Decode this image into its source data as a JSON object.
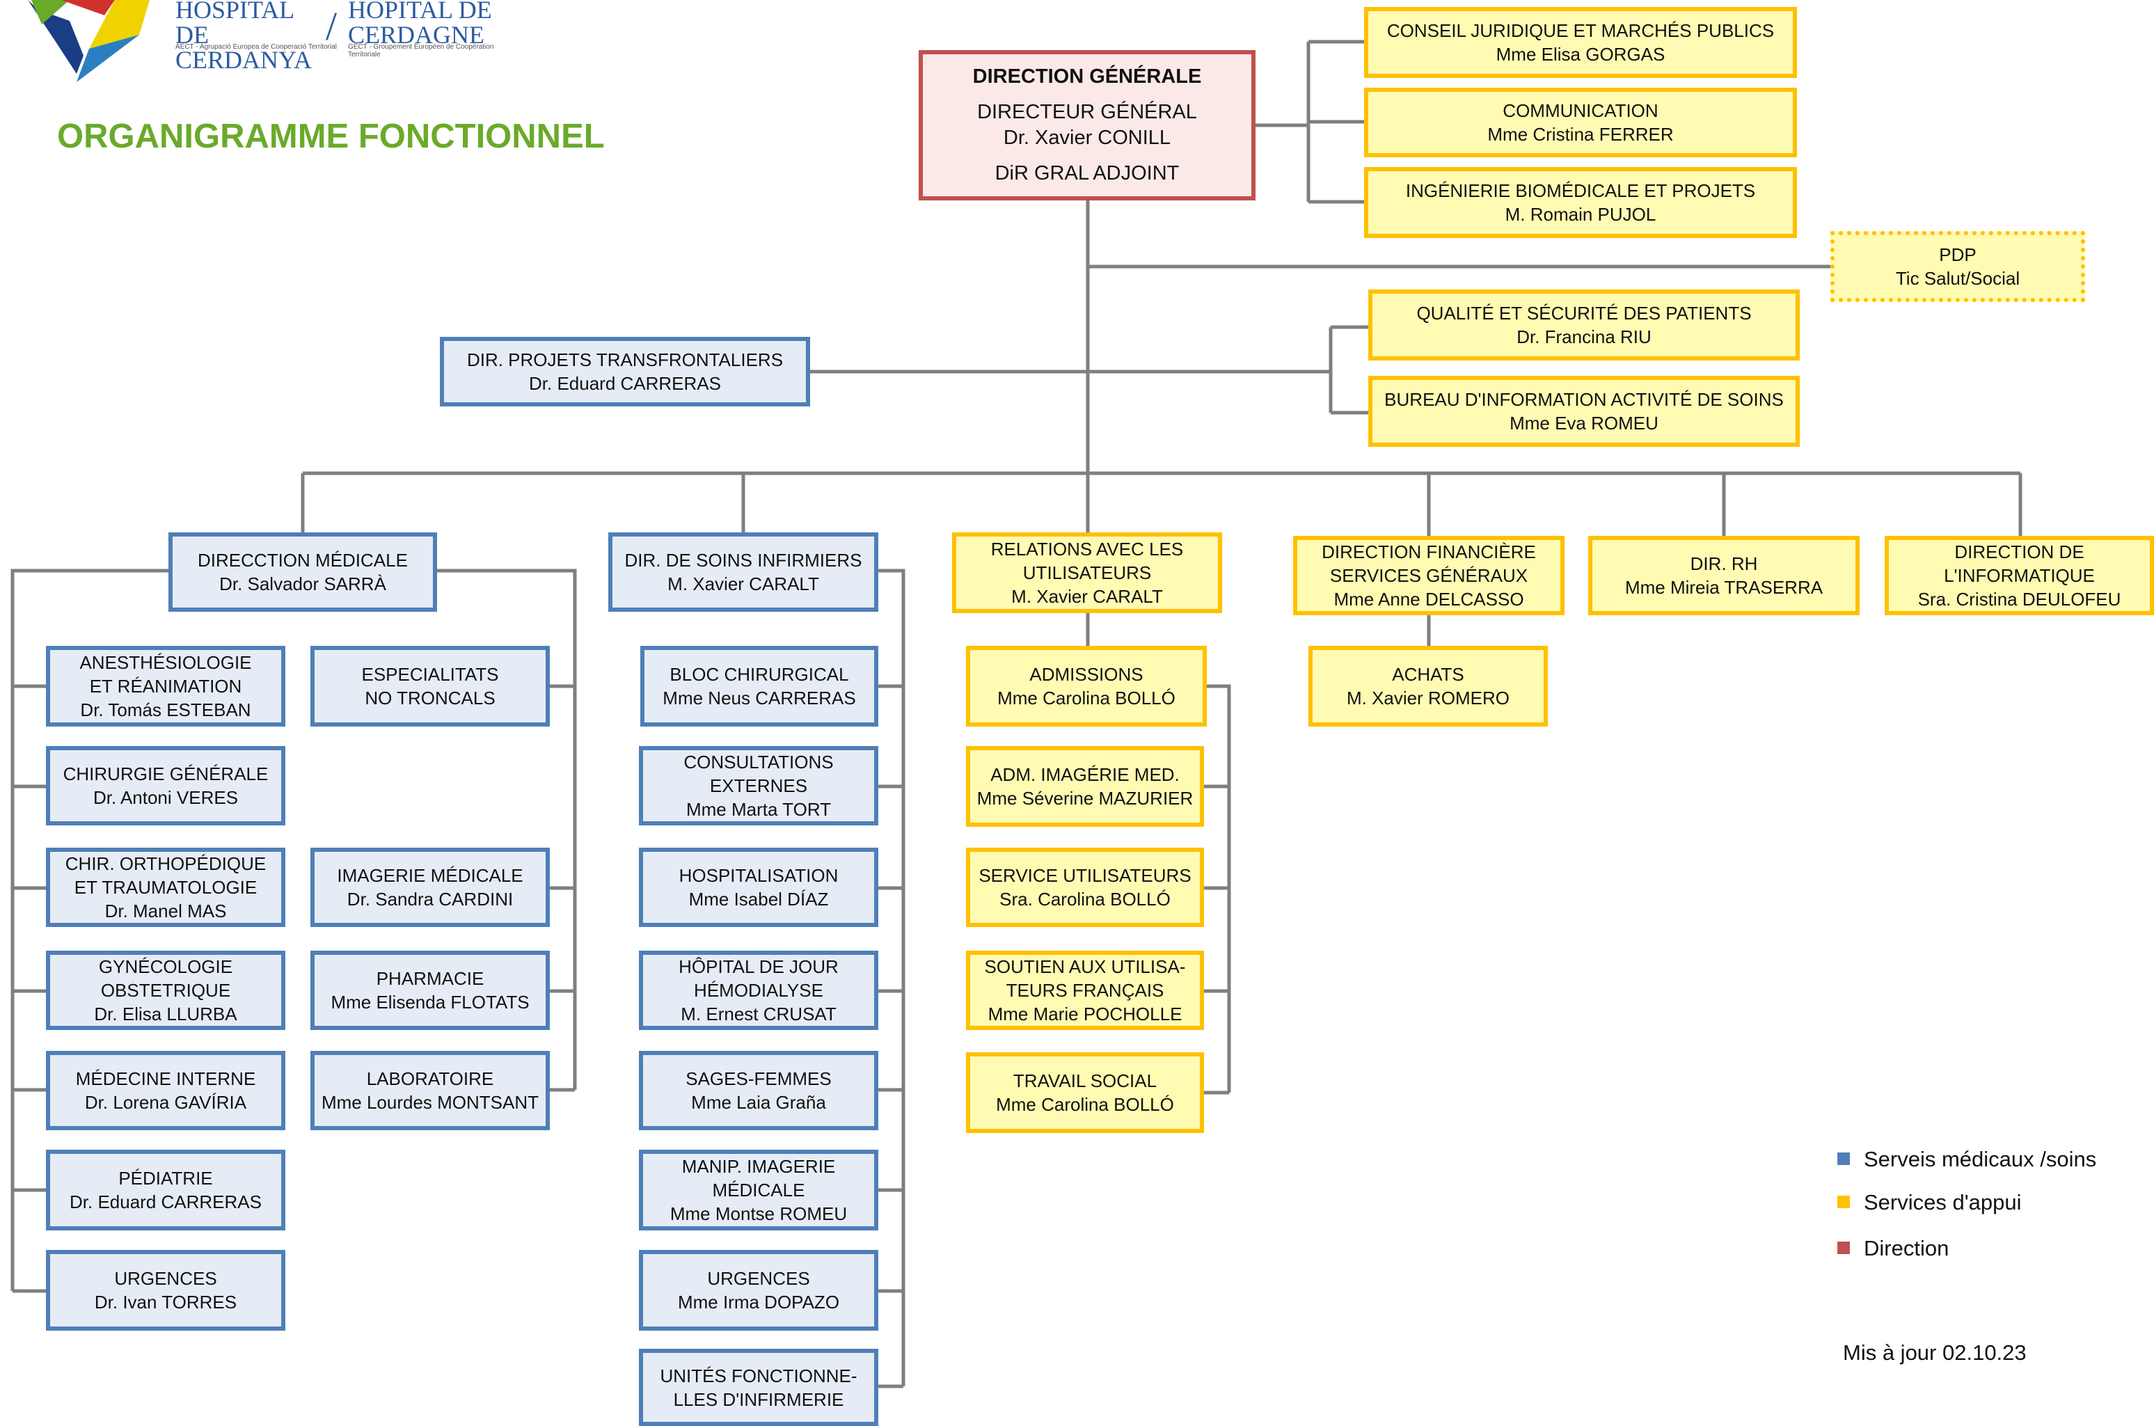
{
  "header": {
    "logo_line1": "HOSPITAL DE CERDANYA",
    "logo_line2": "HÔPITAL DE CERDAGNE",
    "logo_sub1": "AECT - Agrupació Europea de Cooperació Territorial",
    "logo_sub2": "GECT - Groupement Européen de Coopération Territoriale",
    "title": "ORGANIGRAMME FONCTIONNEL"
  },
  "colors": {
    "medical": "#4f7fb8",
    "support": "#ffc000",
    "direction": "#c0504d",
    "title": "#6aaa2a",
    "line": "#7f7f7f"
  },
  "direction": {
    "heading": "DIRECTION GÉNÉRALE",
    "role": "DIRECTEUR GÉNÉRAL",
    "name": "Dr. Xavier CONILL",
    "adjoint": "DiR GRAL ADJOINT"
  },
  "staff_units": [
    {
      "title": "CONSEIL JURIDIQUE ET MARCHÉS PUBLICS",
      "name": "Mme Elisa GORGAS"
    },
    {
      "title": "COMMUNICATION",
      "name": "Mme Cristina FERRER"
    },
    {
      "title": "INGÉNIERIE BIOMÉDICALE ET PROJETS",
      "name": "M. Romain PUJOL"
    }
  ],
  "pdp": {
    "title": "PDP",
    "subtitle": "Tic Salut/Social"
  },
  "quality_units": [
    {
      "title": "QUALITÉ ET SÉCURITÉ DES PATIENTS",
      "name": "Dr. Francina RIU"
    },
    {
      "title": "BUREAU D'INFORMATION ACTIVITÉ DE SOINS",
      "name": "Mme Eva ROMEU"
    }
  ],
  "transfrontaliers": {
    "title": "DIR. PROJETS TRANSFRONTALIERS",
    "name": "Dr. Eduard CARRERAS"
  },
  "directions": {
    "medicale": {
      "lines": [
        "DIRECCTION MÉDICALE",
        "Dr. Salvador SARRÀ"
      ]
    },
    "soins": {
      "lines": [
        "DIR. DE SOINS INFIRMIERS",
        "M. Xavier CARALT"
      ]
    },
    "relations": {
      "lines": [
        "RELATIONS AVEC LES",
        "UTILISATEURS",
        "M. Xavier CARALT"
      ]
    },
    "financiere": {
      "lines": [
        "DIRECTION FINANCIÈRE",
        "SERVICES GÉNÉRAUX",
        "Mme Anne DELCASSO"
      ]
    },
    "rh": {
      "lines": [
        "DIR. RH",
        "Mme Mireia TRASERRA"
      ]
    },
    "informatique": {
      "lines": [
        "DIRECTION DE",
        "L'INFORMATIQUE",
        "Sra. Cristina DEULOFEU"
      ]
    }
  },
  "medical_left": [
    {
      "lines": [
        "ANESTHÉSIOLOGIE",
        "ET RÉANIMATION",
        "Dr. Tomás ESTEBAN"
      ]
    },
    {
      "lines": [
        "CHIRURGIE GÉNÉRALE",
        "Dr. Antoni VERES"
      ]
    },
    {
      "lines": [
        "CHIR. ORTHOPÉDIQUE",
        "ET TRAUMATOLOGIE",
        "Dr. Manel MAS"
      ]
    },
    {
      "lines": [
        "GYNÉCOLOGIE",
        "OBSTETRIQUE",
        "Dr. Elisa LLURBA"
      ]
    },
    {
      "lines": [
        "MÉDECINE INTERNE",
        "Dr. Lorena GAVÍRIA"
      ]
    },
    {
      "lines": [
        "PÉDIATRIE",
        "Dr. Eduard CARRERAS"
      ]
    },
    {
      "lines": [
        "URGENCES",
        "Dr. Ivan TORRES"
      ]
    }
  ],
  "medical_right": [
    {
      "lines": [
        "ESPECIALITATS",
        "NO TRONCALS"
      ]
    },
    {
      "lines": [
        "IMAGERIE MÉDICALE",
        "Dr. Sandra CARDINI"
      ]
    },
    {
      "lines": [
        "PHARMACIE",
        "Mme Elisenda FLOTATS"
      ]
    },
    {
      "lines": [
        "LABORATOIRE",
        "Mme Lourdes MONTSANT"
      ]
    }
  ],
  "soins_units": [
    {
      "lines": [
        "BLOC CHIRURGICAL",
        "Mme Neus CARRERAS"
      ]
    },
    {
      "lines": [
        "CONSULTATIONS",
        "EXTERNES",
        "Mme Marta TORT"
      ]
    },
    {
      "lines": [
        "HOSPITALISATION",
        "Mme Isabel DÍAZ"
      ]
    },
    {
      "lines": [
        "HÔPITAL DE JOUR",
        "HÉMODIALYSE",
        "M. Ernest CRUSAT"
      ]
    },
    {
      "lines": [
        "SAGES-FEMMES",
        "Mme Laia Graña"
      ]
    },
    {
      "lines": [
        "MANIP. IMAGERIE",
        "MÉDICALE",
        "Mme Montse ROMEU"
      ]
    },
    {
      "lines": [
        "URGENCES",
        "Mme Irma DOPAZO"
      ]
    },
    {
      "lines": [
        "UNITÉS FONCTIONNE-",
        "LLES D'INFIRMERIE"
      ]
    }
  ],
  "relations_units": [
    {
      "lines": [
        "ADMISSIONS",
        "Mme Carolina BOLLÓ"
      ]
    },
    {
      "lines": [
        "ADM. IMAGÉRIE MED.",
        "Mme Séverine MAZURIER"
      ]
    },
    {
      "lines": [
        "SERVICE UTILISATEURS",
        "Sra. Carolina BOLLÓ"
      ]
    },
    {
      "lines": [
        "SOUTIEN AUX UTILISA-",
        "TEURS FRANÇAIS",
        "Mme Marie POCHOLLE"
      ]
    },
    {
      "lines": [
        "TRAVAIL SOCIAL",
        "Mme Carolina BOLLÓ"
      ]
    }
  ],
  "achats": {
    "lines": [
      "ACHATS",
      "M. Xavier ROMERO"
    ]
  },
  "legend": [
    {
      "label": "Serveis médicaux /soins",
      "color": "#4f7fb8"
    },
    {
      "label": "Services d'appui",
      "color": "#ffc000"
    },
    {
      "label": "Direction",
      "color": "#c0504d"
    }
  ],
  "footer": {
    "updated": "Mis à jour  02.10.23"
  }
}
